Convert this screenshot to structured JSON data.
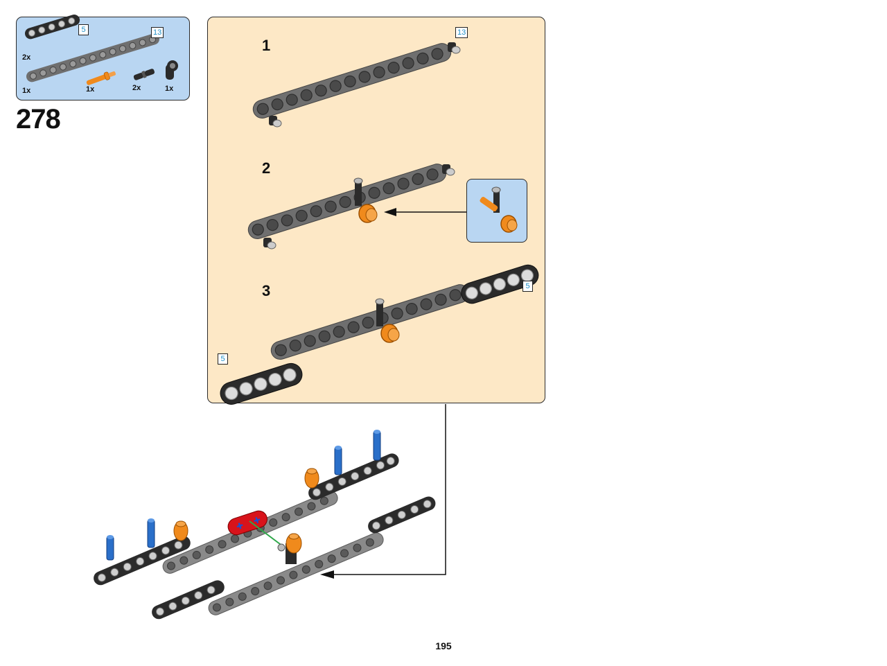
{
  "parts_list": {
    "items": [
      {
        "part": "black-liftarm",
        "quantity": "2x",
        "length_tag": "5"
      },
      {
        "part": "grey-liftarm",
        "quantity": "1x",
        "length_tag": "13"
      },
      {
        "part": "orange-axle-pin",
        "quantity": "1x"
      },
      {
        "part": "black-pin",
        "quantity": "2x"
      },
      {
        "part": "pin-connector",
        "quantity": "1x"
      }
    ]
  },
  "step_number": "278",
  "sub_assembly": {
    "steps": [
      {
        "number": "1",
        "length_tag": "13"
      },
      {
        "number": "2"
      },
      {
        "number": "3",
        "length_tags": [
          "5",
          "5"
        ]
      }
    ]
  },
  "page_number": "195",
  "colors": {
    "parts_bg": "#b9d6f2",
    "panel_bg": "#fde8c6",
    "length_tag_text": "#1f8fc7",
    "grey_beam": "#6f6f6f",
    "black_beam": "#2b2b2b",
    "orange_part": "#f08a1c",
    "blue_pin": "#2a6fc9",
    "red_part": "#d8131b"
  }
}
